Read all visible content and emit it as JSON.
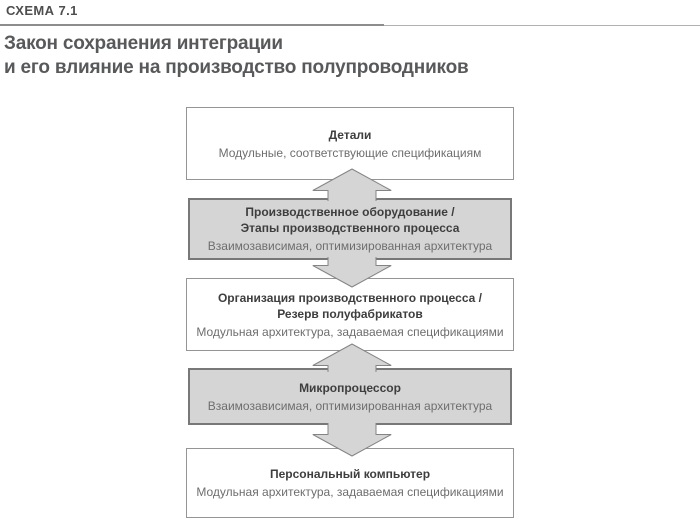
{
  "header": {
    "label": "СХЕМА 7.1",
    "title_line1": "Закон сохранения интеграции",
    "title_line2": "и его влияние на производство полупроводников"
  },
  "diagram": {
    "boxes": [
      {
        "id": "parts",
        "variant": "white",
        "title_lines": [
          "Детали"
        ],
        "subtitle": "Модульные, соответствующие спецификациям"
      },
      {
        "id": "equipment",
        "variant": "gray",
        "title_lines": [
          "Производственное оборудование /",
          "Этапы производственного процесса"
        ],
        "subtitle": "Взаимозависимая, оптимизированная архитектура"
      },
      {
        "id": "process-organization",
        "variant": "white",
        "title_lines": [
          "Организация производственного процесса /",
          "Резерв полуфабрикатов"
        ],
        "subtitle": "Модульная архитектура, задаваемая спецификациями"
      },
      {
        "id": "microprocessor",
        "variant": "gray",
        "title_lines": [
          "Микропроцессор"
        ],
        "subtitle": "Взаимозависимая, оптимизированная архитектура"
      },
      {
        "id": "personal-computer",
        "variant": "white",
        "title_lines": [
          "Персональный компьютер"
        ],
        "subtitle": "Модульная архитектура, задаваемая спецификациями"
      }
    ],
    "arrows": [
      {
        "direction": "up",
        "from": "equipment",
        "to": "parts"
      },
      {
        "direction": "down",
        "from": "equipment",
        "to": "process-organization"
      },
      {
        "direction": "up",
        "from": "microprocessor",
        "to": "process-organization"
      },
      {
        "direction": "down",
        "from": "microprocessor",
        "to": "personal-computer"
      }
    ]
  },
  "colors": {
    "page-bg": "#ffffff",
    "kicker-color": "#4e4e4e",
    "title-color": "#58595b",
    "rule-dark": "#8d8d8d",
    "rule-light": "#b2b2b2",
    "white-box-border": "#959595",
    "gray-box-fill": "#d5d5d5",
    "gray-box-border": "#787878",
    "arrow-fill": "#d5d5d5",
    "arrow-stroke": "#848484",
    "box-title-color": "#3e3e3e",
    "box-sub-color": "#6e6e6e"
  }
}
